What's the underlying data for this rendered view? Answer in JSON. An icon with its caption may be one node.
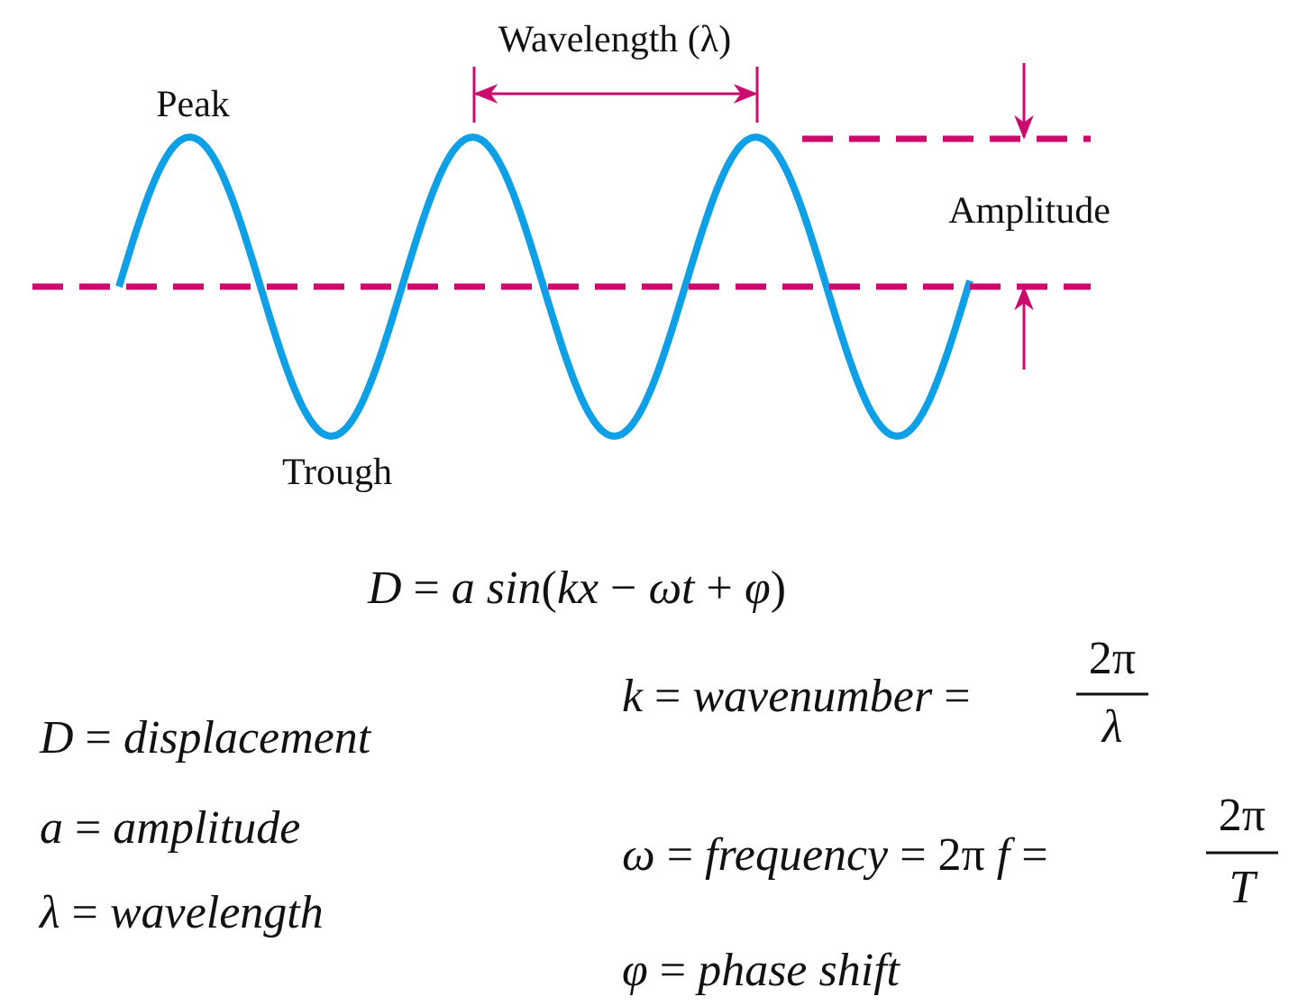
{
  "diagram": {
    "labels": [
      "Wavelength (λ)",
      "Peak",
      "Amplitude",
      "Trough",
      "*D* = *a sin*(*kx* − *ωt* + *φ*)",
      "*k* = *wavenumber* =",
      "2π",
      "*λ*",
      "*D* = *displacement*",
      "*a* = *amplitude*",
      "*ω* = *frequency* = 2π *f* =",
      "2π",
      "*T*",
      "*λ* = *wavelength*",
      "*φ* = *phase shift*"
    ]
  }
}
